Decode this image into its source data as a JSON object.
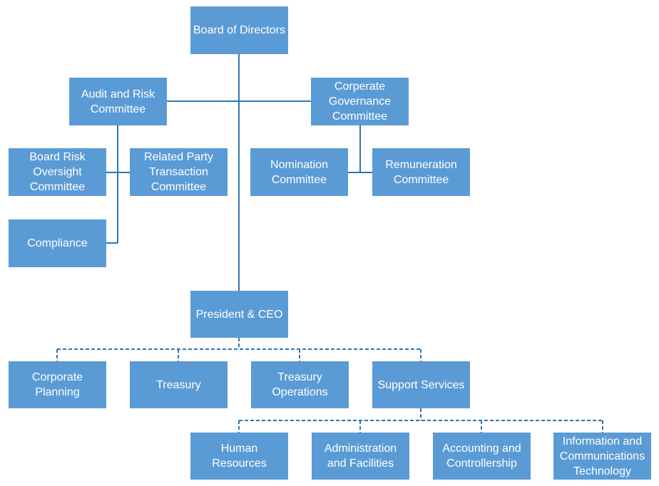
{
  "colors": {
    "box_fill": "#5b9bd5",
    "box_text": "#ffffff",
    "line": "#2e75b6"
  },
  "nodes": {
    "board": {
      "label": "Board of Directors"
    },
    "audit_risk": {
      "label": "Audit and Risk Committee"
    },
    "corp_gov": {
      "label": "Corperate Governance Committee"
    },
    "board_risk": {
      "label": "Board Risk Oversight Committee"
    },
    "related_party": {
      "label": "Related Party Transaction Committee"
    },
    "compliance": {
      "label": "Compliance"
    },
    "nomination": {
      "label": "Nomination Committee"
    },
    "remuneration": {
      "label": "Remuneration Committee"
    },
    "president": {
      "label": "President & CEO"
    },
    "corp_planning": {
      "label": "Corporate Planning"
    },
    "treasury": {
      "label": "Treasury"
    },
    "treasury_ops": {
      "label": "Treasury Operations"
    },
    "support": {
      "label": "Support Services"
    },
    "hr": {
      "label": "Human Resources"
    },
    "admin": {
      "label": "Administration and Facilities"
    },
    "accounting": {
      "label": "Accounting and Controllership"
    },
    "ict": {
      "label": "Information and Communications Technology"
    }
  }
}
